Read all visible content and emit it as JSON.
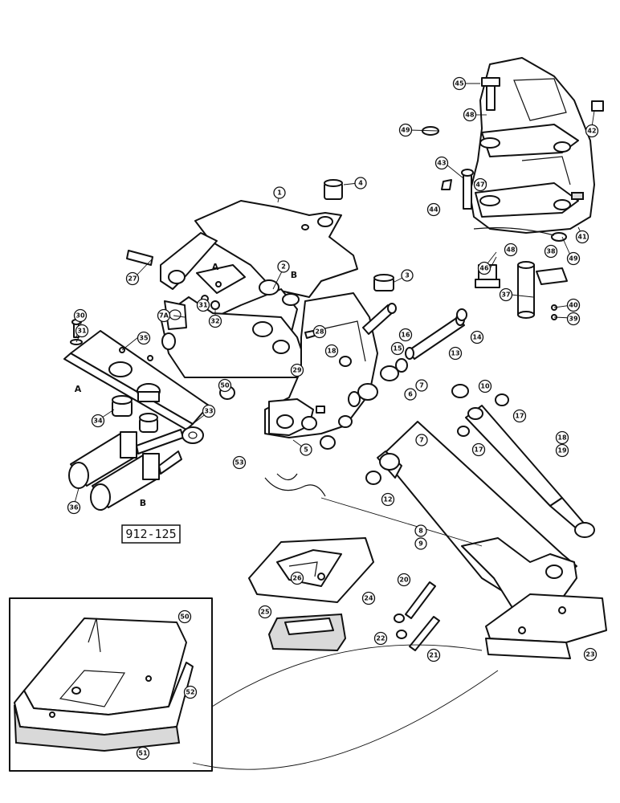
{
  "figure_ref": "912-125",
  "callouts": [
    {
      "id": "c1",
      "label": "1"
    },
    {
      "id": "c2",
      "label": "2"
    },
    {
      "id": "c3",
      "label": "3"
    },
    {
      "id": "c4",
      "label": "4"
    },
    {
      "id": "c5",
      "label": "5"
    },
    {
      "id": "c6",
      "label": "6"
    },
    {
      "id": "c7a",
      "label": "7"
    },
    {
      "id": "c7b",
      "label": "7"
    },
    {
      "id": "c8",
      "label": "8"
    },
    {
      "id": "c9",
      "label": "9"
    },
    {
      "id": "c10",
      "label": "10"
    },
    {
      "id": "c12a",
      "label": "12"
    },
    {
      "id": "c13",
      "label": "13"
    },
    {
      "id": "c14",
      "label": "14"
    },
    {
      "id": "c15",
      "label": "15"
    },
    {
      "id": "c16",
      "label": "16"
    },
    {
      "id": "c17a",
      "label": "17"
    },
    {
      "id": "c17b",
      "label": "17"
    },
    {
      "id": "c18a",
      "label": "18"
    },
    {
      "id": "c18b",
      "label": "18"
    },
    {
      "id": "c19",
      "label": "19"
    },
    {
      "id": "c20",
      "label": "20"
    },
    {
      "id": "c21",
      "label": "21"
    },
    {
      "id": "c22",
      "label": "22"
    },
    {
      "id": "c23",
      "label": "23"
    },
    {
      "id": "c24",
      "label": "24"
    },
    {
      "id": "c25",
      "label": "25"
    },
    {
      "id": "c26",
      "label": "26"
    },
    {
      "id": "c27",
      "label": "27"
    },
    {
      "id": "c28",
      "label": "28"
    },
    {
      "id": "c29",
      "label": "29"
    },
    {
      "id": "c30",
      "label": "30"
    },
    {
      "id": "c31a",
      "label": "31"
    },
    {
      "id": "c31b",
      "label": "31"
    },
    {
      "id": "c32",
      "label": "32"
    },
    {
      "id": "c33",
      "label": "33"
    },
    {
      "id": "c34",
      "label": "34"
    },
    {
      "id": "c35",
      "label": "35"
    },
    {
      "id": "c36",
      "label": "36"
    },
    {
      "id": "c37",
      "label": "37"
    },
    {
      "id": "c38",
      "label": "38"
    },
    {
      "id": "c39",
      "label": "39"
    },
    {
      "id": "c40",
      "label": "40"
    },
    {
      "id": "c41",
      "label": "41"
    },
    {
      "id": "c42",
      "label": "42"
    },
    {
      "id": "c43",
      "label": "43"
    },
    {
      "id": "c44",
      "label": "44"
    },
    {
      "id": "c45",
      "label": "45"
    },
    {
      "id": "c46",
      "label": "46"
    },
    {
      "id": "c47",
      "label": "47"
    },
    {
      "id": "c48a",
      "label": "48"
    },
    {
      "id": "c48b",
      "label": "48"
    },
    {
      "id": "c49a",
      "label": "49"
    },
    {
      "id": "c49b",
      "label": "49"
    },
    {
      "id": "c50a",
      "label": "50"
    },
    {
      "id": "c50b",
      "label": "50"
    },
    {
      "id": "c51",
      "label": "51"
    },
    {
      "id": "c52",
      "label": "52"
    },
    {
      "id": "c53",
      "label": "53"
    },
    {
      "id": "c7c",
      "label": "7A"
    }
  ],
  "letters": {
    "a1": "A",
    "a2": "A",
    "b1": "B",
    "b2": "B"
  }
}
